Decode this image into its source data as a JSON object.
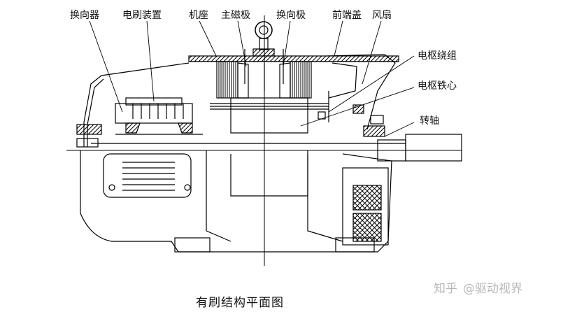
{
  "labels": {
    "commutator": "换向器",
    "brush_gear": "电刷装置",
    "frame": "机座",
    "main_pole": "主磁极",
    "interpole": "换向极",
    "front_cover": "前端盖",
    "fan": "风扇",
    "armature_winding": "电枢绕组",
    "armature_core": "电枢铁心",
    "shaft": "转轴"
  },
  "caption": "有刷结构平面图",
  "watermark": {
    "platform": "知乎",
    "author": "@驱动视界"
  }
}
